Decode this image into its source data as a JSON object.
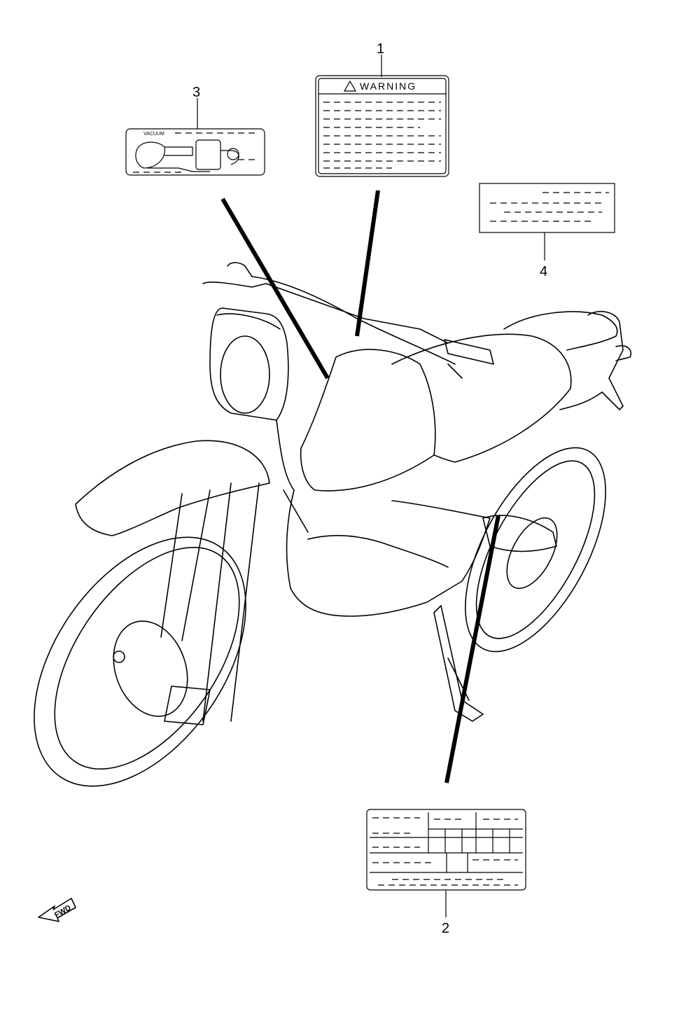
{
  "callouts": [
    {
      "number": "1",
      "part": "warning-label"
    },
    {
      "number": "2",
      "part": "information-label"
    },
    {
      "number": "3",
      "part": "vacuum-hose-routing-label"
    },
    {
      "number": "4",
      "part": "plain-label"
    }
  ],
  "warning_label": {
    "title": "WARNING",
    "icon": "warning-triangle-icon"
  },
  "vacuum_label": {
    "title": "VACUUM"
  },
  "fwd_arrow": {
    "text": "FWD",
    "icon": "forward-arrow-icon"
  }
}
